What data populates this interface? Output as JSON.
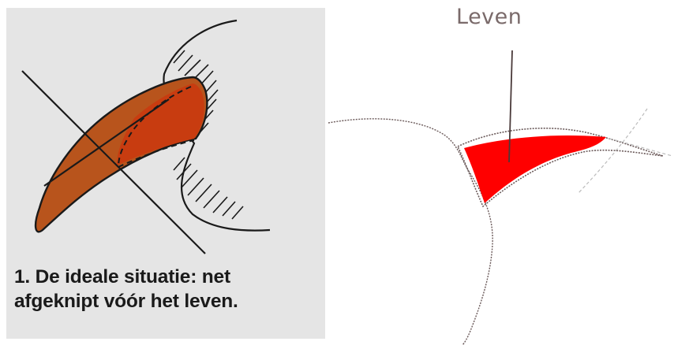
{
  "left_illustration": {
    "caption_lines": [
      "1. De ideale situatie: net",
      "afgeknipt vóór het leven."
    ],
    "colors": {
      "panel_background": "#e5e5e5",
      "claw_outer": "#b8541c",
      "claw_quick": "#c83c10",
      "outline": "#1a1a1a"
    }
  },
  "right_illustration": {
    "label": "Leven",
    "colors": {
      "quick_fill": "#ff0000",
      "outline": "#6b5a5a",
      "label_color": "#7a6a6a"
    }
  }
}
